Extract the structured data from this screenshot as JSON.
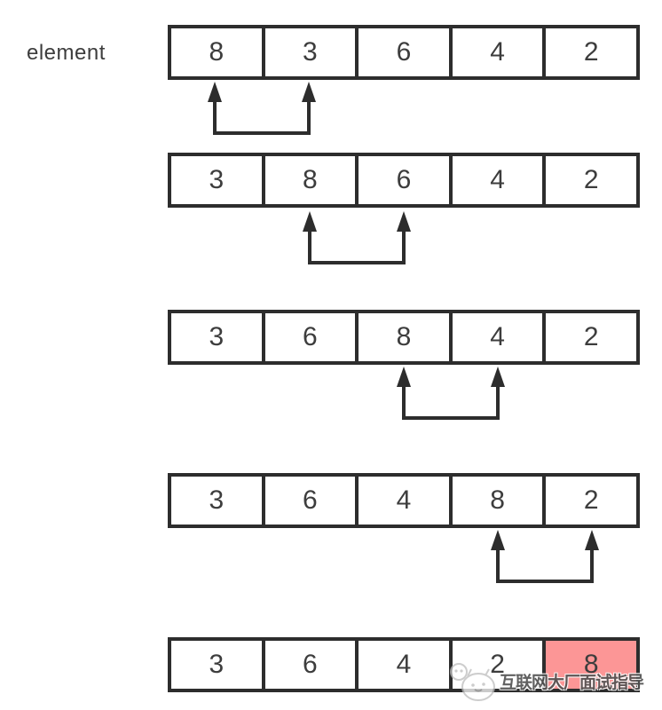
{
  "label": "element",
  "steps": [
    {
      "values": [
        8,
        3,
        6,
        4,
        2
      ],
      "compared_indices": [
        0,
        1
      ],
      "highlighted_indices": []
    },
    {
      "values": [
        3,
        8,
        6,
        4,
        2
      ],
      "compared_indices": [
        1,
        2
      ],
      "highlighted_indices": []
    },
    {
      "values": [
        3,
        6,
        8,
        4,
        2
      ],
      "compared_indices": [
        2,
        3
      ],
      "highlighted_indices": []
    },
    {
      "values": [
        3,
        6,
        4,
        8,
        2
      ],
      "compared_indices": [
        3,
        4
      ],
      "highlighted_indices": []
    },
    {
      "values": [
        3,
        6,
        4,
        2,
        8
      ],
      "compared_indices": [],
      "highlighted_indices": [
        4
      ]
    }
  ],
  "watermark": {
    "text": "互联网大厂面试指导",
    "icon": "cat-mascot"
  },
  "colors": {
    "box_border": "#2d2d2d",
    "digit": "#3d3d3d",
    "arrow": "#2d2d2d",
    "highlight": "#fc9696",
    "watermark": "#4f4f4f"
  }
}
